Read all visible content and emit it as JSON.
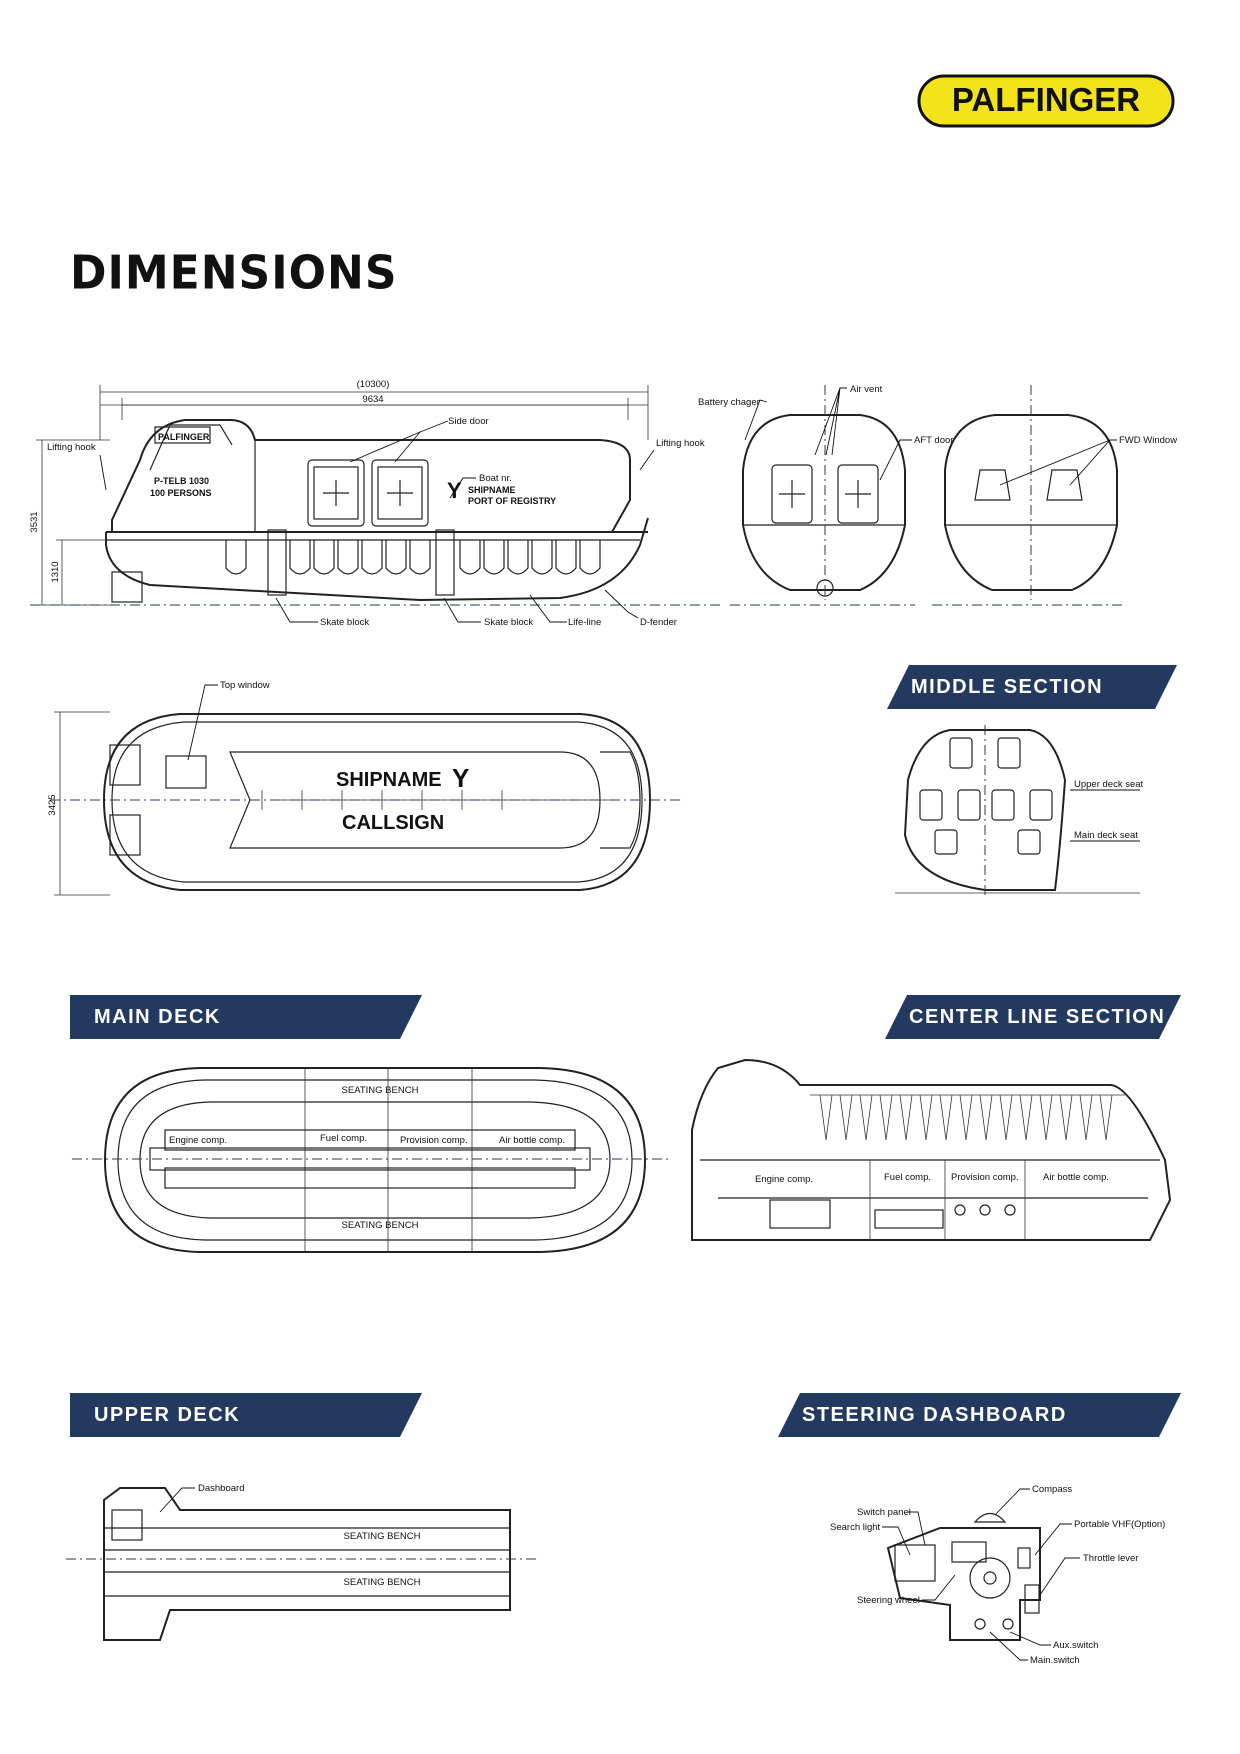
{
  "brand": {
    "logo_text": "PALFINGER",
    "logo_color": "#f2e31b",
    "banner_color": "#23395f"
  },
  "page": {
    "title": "DIMENSIONS"
  },
  "side_view": {
    "overall_length": "(10300)",
    "hull_length": "9634",
    "height": "3531",
    "height_lower": "1310",
    "hull_text": [
      "P-TELB 1030",
      "100 PERSONS"
    ],
    "hull_badge": "PALFINGER",
    "registry_text": [
      "SHIPNAME",
      "PORT OF REGISTRY"
    ],
    "labels": {
      "lifting_hook_left": "Lifting hook",
      "lifting_hook_right": "Lifting hook",
      "side_door": "Side door",
      "boat_nr": "Boat nr.",
      "skate_block_1": "Skate block",
      "skate_block_2": "Skate block",
      "life_line": "Life-line",
      "d_fender": "D-fender"
    }
  },
  "end_views": {
    "battery_charger": "Battery chager",
    "air_vent": "Air vent",
    "aft_door": "AFT door",
    "fwd_window": "FWD Window"
  },
  "top_view": {
    "width": "3425",
    "top_window": "Top window",
    "shipname": "SHIPNAME",
    "callsign": "CALLSIGN"
  },
  "sections": {
    "middle_section": {
      "title": "MIDDLE SECTION",
      "upper_deck_seat": "Upper deck seat",
      "main_deck_seat": "Main deck seat"
    },
    "main_deck": {
      "title": "MAIN DECK",
      "bench_top": "SEATING BENCH",
      "bench_bottom": "SEATING BENCH",
      "compartments": [
        "Engine comp.",
        "Fuel comp.",
        "Provision comp.",
        "Air bottle comp."
      ]
    },
    "center_line_section": {
      "title": "CENTER LINE SECTION",
      "compartments": [
        "Engine comp.",
        "Fuel comp.",
        "Provision comp.",
        "Air bottle comp."
      ]
    },
    "upper_deck": {
      "title": "UPPER DECK",
      "dashboard": "Dashboard",
      "bench_top": "SEATING BENCH",
      "bench_bottom": "SEATING BENCH"
    },
    "steering_dashboard": {
      "title": "STEERING DASHBOARD",
      "labels": {
        "compass": "Compass",
        "switch_panel": "Switch panel",
        "search_light": "Search light",
        "portable_vhf": "Portable VHF(Option)",
        "throttle_lever": "Throttle lever",
        "steering_wheel": "Steering wheel",
        "aux_switch": "Aux.switch",
        "main_switch": "Main.switch"
      }
    }
  }
}
